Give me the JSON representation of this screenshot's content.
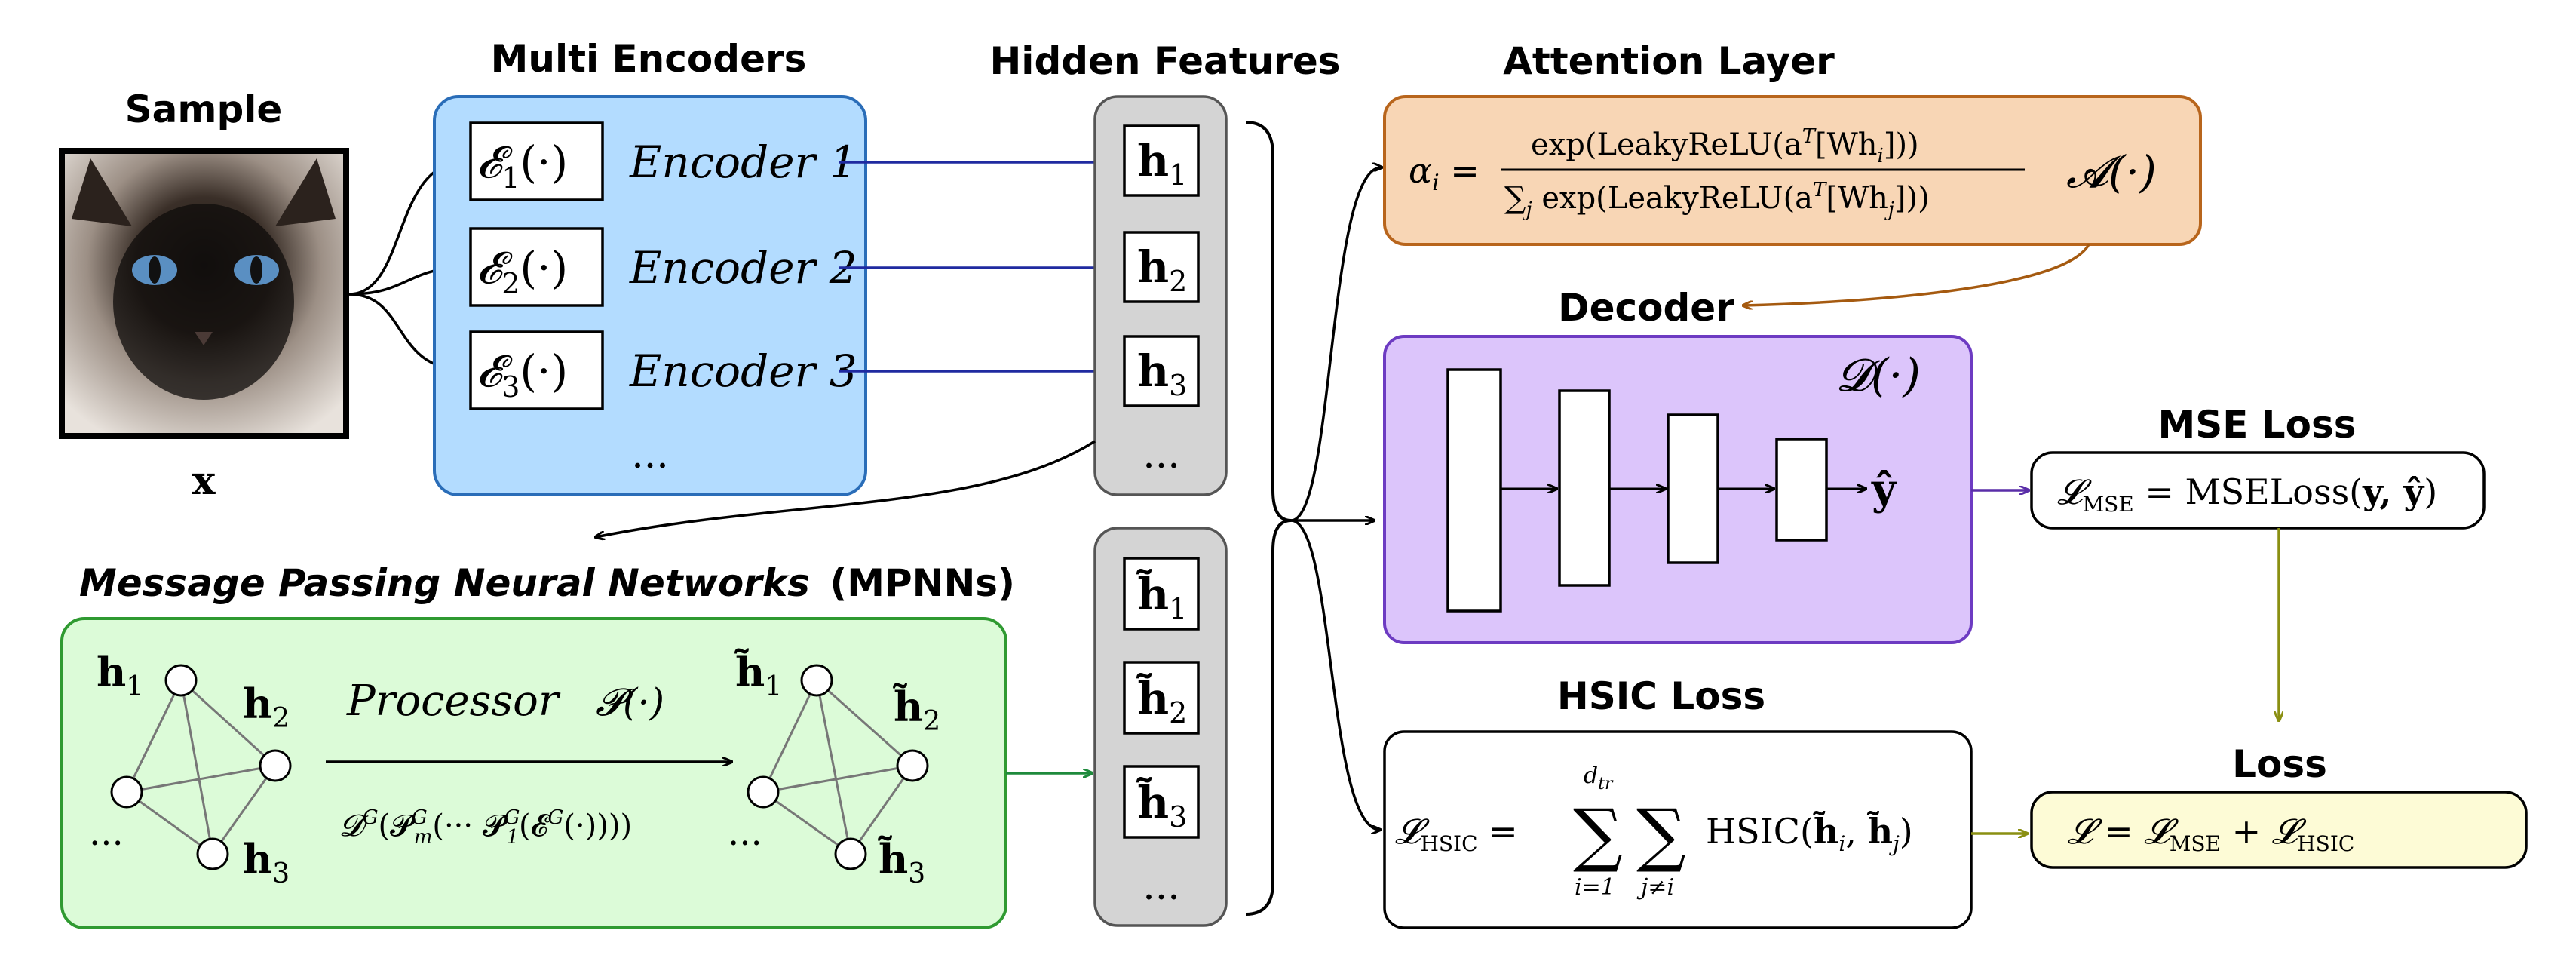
{
  "titles": {
    "sample": "Sample",
    "multi_encoders": "Multi Encoders",
    "hidden_features": "Hidden Features",
    "attention_layer": "Attention Layer",
    "decoder": "Decoder",
    "mse_loss": "MSE Loss",
    "hsic_loss": "HSIC Loss",
    "loss": "Loss",
    "mpnn_italic": "Message Passing Neural Networks",
    "mpnn_abbrev": "(MPNNs)"
  },
  "sample": {
    "var": "x"
  },
  "encoders": [
    {
      "symbol": "𝓔",
      "sub": "1",
      "args": "(·)",
      "label": "Encoder 1"
    },
    {
      "symbol": "𝓔",
      "sub": "2",
      "args": "(·)",
      "label": "Encoder 2"
    },
    {
      "symbol": "𝓔",
      "sub": "3",
      "args": "(·)",
      "label": "Encoder 3"
    }
  ],
  "ellipsis": "...",
  "hidden": [
    {
      "sym": "h",
      "sub": "1"
    },
    {
      "sym": "h",
      "sub": "2"
    },
    {
      "sym": "h",
      "sub": "3"
    }
  ],
  "tilde_hidden": [
    {
      "sym": "h̃",
      "sub": "1"
    },
    {
      "sym": "h̃",
      "sub": "2"
    },
    {
      "sym": "h̃",
      "sub": "3"
    }
  ],
  "attention": {
    "lhs": "α",
    "lhs_sub": "i",
    "numerator": "exp(LeakyReLU(a",
    "numerator_tail": "[Wh",
    "denominator_sum": "∑",
    "denominator_sub": "j",
    "denominator": " exp(LeakyReLU(a",
    "denominator_tail": "[Wh",
    "operator": "𝓐(·)"
  },
  "decoder": {
    "operator": "𝓓(·)",
    "output": "ŷ"
  },
  "mse": {
    "lhs": "𝓛",
    "lhs_sub": "MSE",
    "rhs": " = MSELoss(",
    "args": "y, ŷ",
    "close": ")"
  },
  "hsic": {
    "lhs": "𝓛",
    "lhs_sub": "HSIC",
    "upper": "d",
    "upper_sub": "tr",
    "lower_i": "i=1",
    "lower_j": "j≠i",
    "rhs": "HSIC(",
    "args": "h̃",
    "close": ")"
  },
  "total_loss": {
    "lhs": "𝓛",
    "eq": " = ",
    "t1": "𝓛",
    "t1_sub": "MSE",
    "plus": " + ",
    "t2": "𝓛",
    "t2_sub": "HSIC"
  },
  "mpnn": {
    "processor_label": "Processor",
    "processor_op": "𝓟(·)",
    "formula": "𝓓",
    "formula_rest": "(𝓟",
    "formula_mid": "(··· 𝓟",
    "formula_end": "(𝓔",
    "formula_close": "(·))))",
    "left_nodes": [
      "h",
      "h",
      "h"
    ],
    "right_nodes": [
      "h̃",
      "h̃",
      "h̃"
    ],
    "node_subs": [
      "1",
      "2",
      "3"
    ],
    "ellipsis": "..."
  },
  "colors": {
    "encoder_fill": "#b3dcff",
    "encoder_stroke": "#2a6db8",
    "hidden_fill": "#d4d4d4",
    "attention_fill": "#f8d6b5",
    "attention_stroke": "#b8651c",
    "decoder_fill": "#dcc5fb",
    "decoder_stroke": "#6d3bc2",
    "mpnn_fill": "#dcfbd8",
    "mpnn_stroke": "#2f9a31",
    "loss_fill": "#fdfbd6",
    "arrow_blue": "#1f2aa0",
    "arrow_orange": "#a55a10",
    "arrow_purple": "#5a2ea8",
    "arrow_olive": "#8a8f12",
    "arrow_green": "#1e8a3c"
  }
}
